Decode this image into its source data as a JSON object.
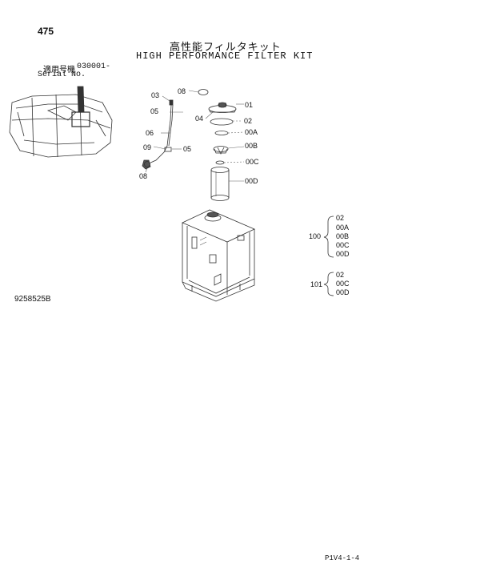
{
  "header": {
    "page_number": "475",
    "title_jp": "高性能フィルタキット",
    "title_en": "HIGH PERFORMANCE FILTER KIT",
    "serial_label_jp": "適用号機",
    "serial_label_en": "Serial No.",
    "serial_value": "030001-"
  },
  "drawing_number": "9258525B",
  "footer": {
    "code": "P1V4-1-4"
  },
  "part_labels": {
    "p08a": "08",
    "p03": "03",
    "p05a": "05",
    "p01": "01",
    "p04": "04",
    "p02": "02",
    "p06": "06",
    "p00A": "00A",
    "p09": "09",
    "p05b": "05",
    "p00B": "00B",
    "p08b": "08",
    "p00C": "00C",
    "p00D": "00D"
  },
  "kits": [
    {
      "id": "100",
      "items": [
        "02",
        "00A",
        "00B",
        "00C",
        "00D"
      ]
    },
    {
      "id": "101",
      "items": [
        "02",
        "00C",
        "00D"
      ]
    }
  ]
}
